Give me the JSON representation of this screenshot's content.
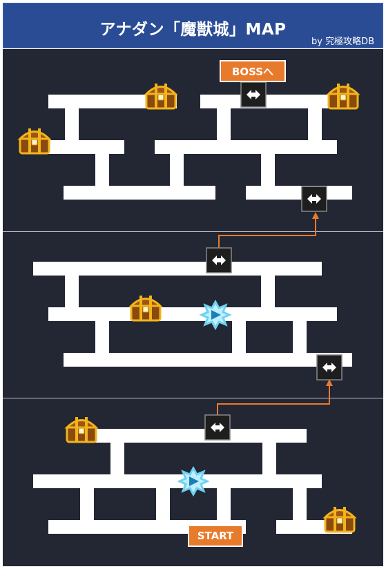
{
  "header": {
    "title": "アナダン「魔獣城」MAP",
    "credit": "by 究極攻略DB"
  },
  "labels": {
    "boss": "BOSSへ",
    "start": "START"
  },
  "colors": {
    "header_bg": "#2a4c94",
    "panel_bg": "#232633",
    "corridor": "#ffffff",
    "label_bg": "#e87a2c",
    "arrow_line": "#e87a2c",
    "stair_bg": "#1e1e1e",
    "warp_glow": "#7fd6f2",
    "chest_gold": "#f2b41b",
    "chest_wood": "#8a4a0e"
  },
  "icons": {
    "stairs": "swap-arrows-icon",
    "warp": "warp-star-icon",
    "chest": "treasure-chest-icon"
  }
}
